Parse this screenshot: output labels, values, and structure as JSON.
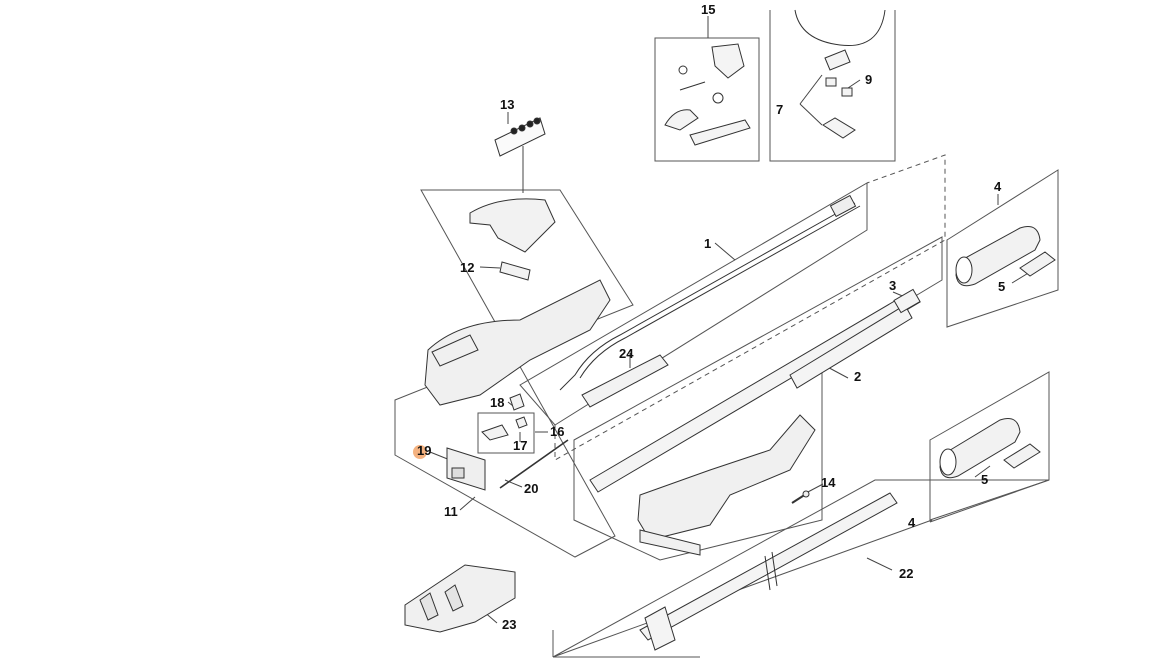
{
  "diagram": {
    "callouts": [
      {
        "id": "c1",
        "text": "1"
      },
      {
        "id": "c2",
        "text": "2"
      },
      {
        "id": "c3",
        "text": "3"
      },
      {
        "id": "c4a",
        "text": "4"
      },
      {
        "id": "c4b",
        "text": "4"
      },
      {
        "id": "c5a",
        "text": "5"
      },
      {
        "id": "c5b",
        "text": "5"
      },
      {
        "id": "c7",
        "text": "7"
      },
      {
        "id": "c9",
        "text": "9"
      },
      {
        "id": "c11",
        "text": "11"
      },
      {
        "id": "c12",
        "text": "12"
      },
      {
        "id": "c13",
        "text": "13"
      },
      {
        "id": "c14",
        "text": "14"
      },
      {
        "id": "c15",
        "text": "15"
      },
      {
        "id": "c16",
        "text": "16"
      },
      {
        "id": "c17",
        "text": "17"
      },
      {
        "id": "c18",
        "text": "18"
      },
      {
        "id": "c19",
        "text": "19"
      },
      {
        "id": "c20",
        "text": "20"
      },
      {
        "id": "c22",
        "text": "22"
      },
      {
        "id": "c23",
        "text": "23"
      },
      {
        "id": "c24",
        "text": "24"
      }
    ],
    "colors": {
      "line": "#444444",
      "part_fill": "#f4f4f4",
      "part_stroke": "#333333",
      "marker": "#f2a56a"
    }
  }
}
